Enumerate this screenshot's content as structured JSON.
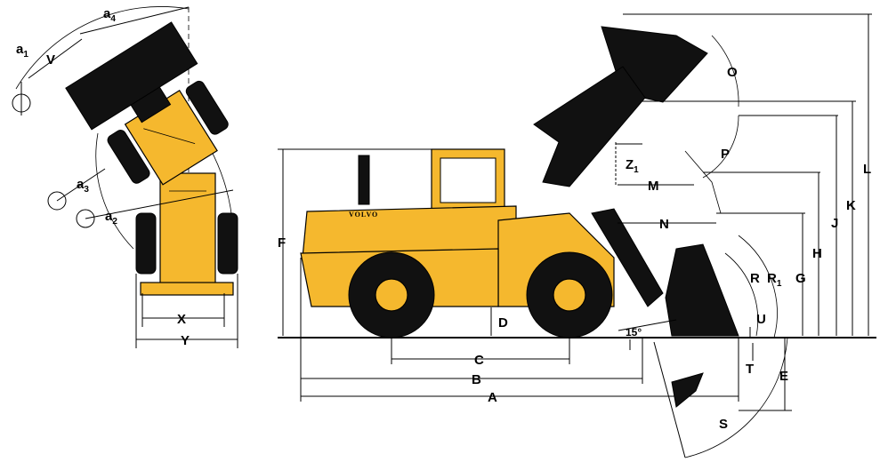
{
  "colors": {
    "body": "#f5b82e",
    "tire": "#111111",
    "ink": "#000000"
  },
  "brand": "VOLVO",
  "angle": "15°",
  "labels": {
    "A": "A",
    "B": "B",
    "C": "C",
    "D": "D",
    "E": "E",
    "F": "F",
    "G": "G",
    "H": "H",
    "J": "J",
    "K": "K",
    "L": "L",
    "M": "M",
    "N": "N",
    "O": "O",
    "P": "P",
    "R": "R",
    "R1": "R",
    "R1_sub": "1",
    "S": "S",
    "T": "T",
    "U": "U",
    "V": "V",
    "X": "X",
    "Y": "Y",
    "Z1": "Z",
    "Z1_sub": "1",
    "a1": "a",
    "a1_sub": "1",
    "a2": "a",
    "a2_sub": "2",
    "a3": "a",
    "a3_sub": "3",
    "a4": "a",
    "a4_sub": "4"
  }
}
